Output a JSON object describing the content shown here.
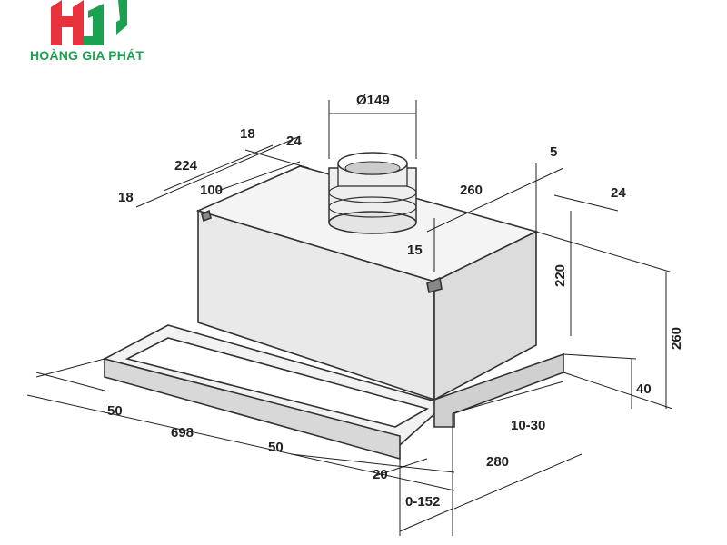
{
  "logo": {
    "brand_name": "HOÀNG GIA PHÁT",
    "colors": {
      "red": "#e8323c",
      "green": "#1aa251"
    }
  },
  "dimensions": {
    "duct_diameter": "Ø149",
    "top_18a": "18",
    "top_24a": "24",
    "width_224": "224",
    "width_100": "100",
    "left_18": "18",
    "depth_260": "260",
    "gap_5": "5",
    "right_24": "24",
    "offset_15": "15",
    "height_220": "220",
    "height_260": "260",
    "height_40": "40",
    "range_10_30": "10-30",
    "depth_280": "280",
    "slide_0_152": "0-152",
    "left_50": "50",
    "width_698": "698",
    "front_50": "50",
    "front_20": "20"
  }
}
